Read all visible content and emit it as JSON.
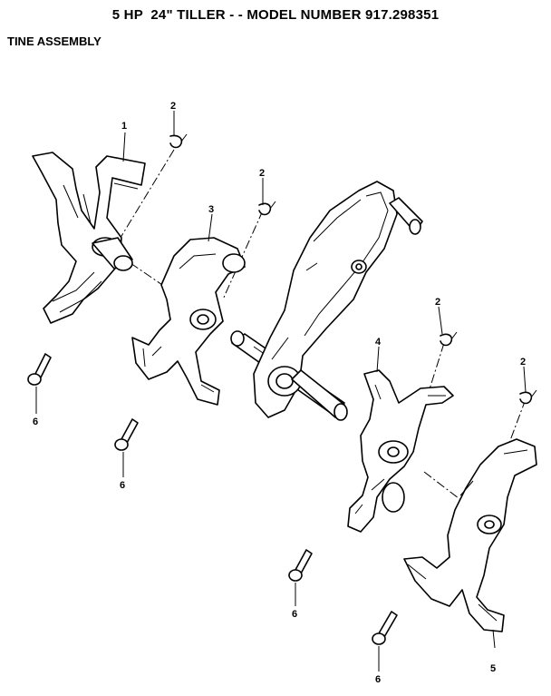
{
  "header": {
    "title": "5 HP  24\" TILLER - - MODEL NUMBER 917.298351",
    "subtitle": "TINE ASSEMBLY"
  },
  "callouts": {
    "tine_outer_left": "1",
    "clip_top_left": "2",
    "clip_upper_mid": "2",
    "tine_inner_left": "3",
    "clip_right_mid": "2",
    "tine_inner_right": "4",
    "clip_far_right": "2",
    "tine_outer_right": "5",
    "bolt_left": "6",
    "bolt_left_center": "6",
    "bolt_right_center": "6",
    "bolt_bottom_right": "6"
  }
}
